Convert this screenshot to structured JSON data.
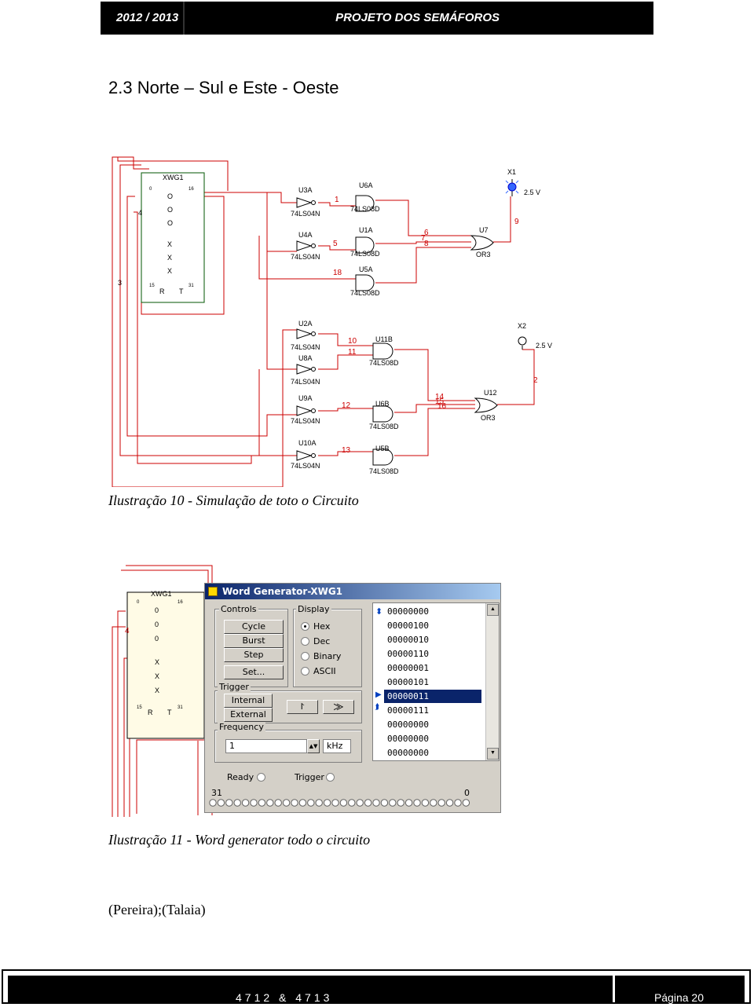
{
  "header": {
    "year": "2012 / 2013",
    "project": "PROJETO DOS SEMÁFOROS"
  },
  "section_title": "2.3  Norte – Sul e Este - Oeste",
  "circuit1": {
    "xwg_title": "XWG1",
    "xwg_top_left": "0",
    "xwg_top_right": "16",
    "xwg_bot_left": "15",
    "xwg_bot_right": "31",
    "xwg_symbols": [
      "O",
      "O",
      "O",
      "X",
      "X",
      "X"
    ],
    "xwg_r": "R",
    "xwg_t": "T",
    "net_3": "3",
    "net_4": "4",
    "gates": {
      "u3a": "U3A",
      "u3a_type": "74LS04N",
      "u4a": "U4A",
      "u4a_type": "74LS04N",
      "u6a": "U6A",
      "u6a_type": "74LS08D",
      "u1a": "U1A",
      "u1a_type": "74LS08D",
      "u5a": "U5A",
      "u5a_type": "74LS08D",
      "u7": "U7",
      "u7_type": "OR3",
      "x1": "X1",
      "x1_v": "2.5 V",
      "n1": "1",
      "n5": "5",
      "n18": "18",
      "n6": "6",
      "n7": "7",
      "n8": "8",
      "n9": "9"
    },
    "gates2": {
      "u2a": "U2A",
      "u2a_type": "74LS04N",
      "u8a": "U8A",
      "u8a_type": "74LS04N",
      "u9a": "U9A",
      "u9a_type": "74LS04N",
      "u10a": "U10A",
      "u10a_type": "74LS04N",
      "u11b": "U11B",
      "u11b_type": "74LS08D",
      "u6b": "U6B",
      "u6b_type": "74LS08D",
      "u5b": "U5B",
      "u5b_type": "74LS08D",
      "u12": "U12",
      "u12_type": "OR3",
      "x2": "X2",
      "x2_v": "2.5 V",
      "n10": "10",
      "n11": "11",
      "n12": "12",
      "n13": "13",
      "n14": "14",
      "n15": "15",
      "n16": "16",
      "n2": "2"
    }
  },
  "caption1": "Ilustração 10 - Simulação de toto o Circuito",
  "word_generator": {
    "xwg_title": "XWG1",
    "net_4": "4",
    "symbols": [
      "0",
      "0",
      "0",
      "X",
      "X",
      "X"
    ],
    "r": "R",
    "t": "T",
    "pin_tl": "0",
    "pin_tr": "16",
    "pin_bl": "15",
    "pin_br": "31",
    "title": "Word Generator-XWG1",
    "controls_label": "Controls",
    "control_buttons": [
      "Cycle",
      "Burst",
      "Step",
      "Set..."
    ],
    "display_label": "Display",
    "display_options": [
      "Hex",
      "Dec",
      "Binary",
      "ASCII"
    ],
    "trigger_label": "Trigger",
    "trigger_buttons": [
      "Internal",
      "External"
    ],
    "frequency_label": "Frequency",
    "frequency_value": "1",
    "frequency_unit": "kHz",
    "ready_label": "Ready",
    "trigger_status_label": "Trigger",
    "bit_high": "31",
    "bit_low": "0",
    "words": [
      "00000000",
      "00000100",
      "00000010",
      "00000110",
      "00000001",
      "00000101",
      "00000011",
      "00000111",
      "00000000",
      "00000000",
      "00000000"
    ],
    "selected_index": 6
  },
  "caption2": "Ilustração 11 - Word generator todo o circuito",
  "references": "(Pereira);(Talaia)",
  "footer": {
    "classes": "4712 & 4713",
    "page": "Página 20"
  }
}
